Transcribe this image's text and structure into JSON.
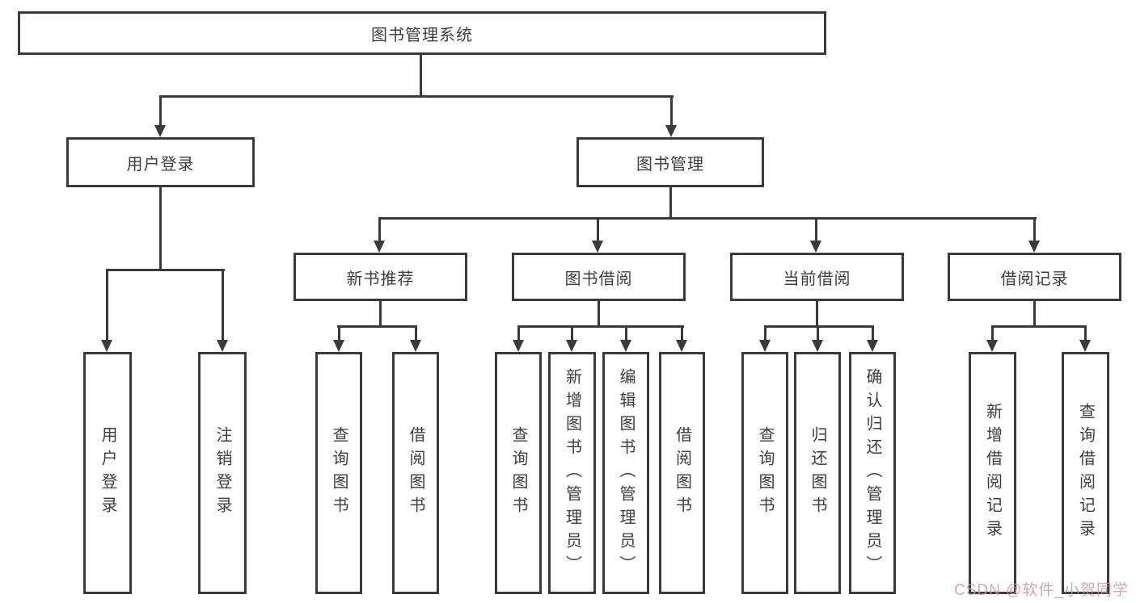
{
  "colors": {
    "line": "#3a3a3a",
    "text": "#3d3d3d",
    "background": "#ffffff",
    "watermark": "#bc9ea2"
  },
  "tree": {
    "root": {
      "label": "图书管理系统"
    },
    "branches": [
      {
        "label": "用户登录",
        "children": [
          {
            "label": "用户登录"
          },
          {
            "label": "注销登录"
          }
        ]
      },
      {
        "label": "图书管理",
        "children": [
          {
            "label": "新书推荐",
            "children": [
              {
                "label": "查询图书"
              },
              {
                "label": "借阅图书"
              }
            ]
          },
          {
            "label": "图书借阅",
            "children": [
              {
                "label": "查询图书"
              },
              {
                "label": "新增图书（管理员）"
              },
              {
                "label": "编辑图书（管理员）"
              },
              {
                "label": "借阅图书"
              }
            ]
          },
          {
            "label": "当前借阅",
            "children": [
              {
                "label": "查询图书"
              },
              {
                "label": "归还图书"
              },
              {
                "label": "确认归还（管理员）"
              }
            ]
          },
          {
            "label": "借阅记录",
            "children": [
              {
                "label": "新增借阅记录"
              },
              {
                "label": "查询借阅记录"
              }
            ]
          }
        ]
      }
    ]
  },
  "watermark": {
    "text": "CSDN @软件_小贺同学"
  }
}
